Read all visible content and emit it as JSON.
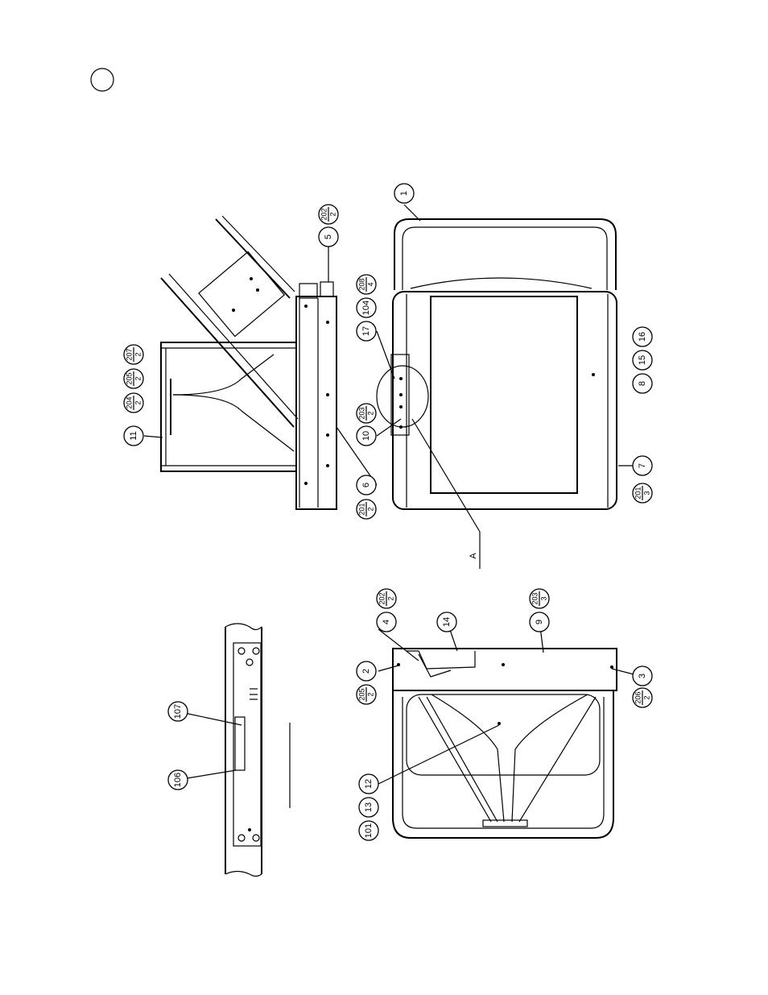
{
  "callouts": {
    "c1": "1",
    "c2": "2",
    "c3": "3",
    "c4": "4",
    "c5": "5",
    "c6": "6",
    "c7": "7",
    "c8": "8",
    "c9": "9",
    "c10": "10",
    "c11": "11",
    "c12": "12",
    "c13": "13",
    "c14": "14",
    "c15": "15",
    "c16": "16",
    "c17": "17",
    "c101": "101",
    "c104": "104",
    "c106": "106",
    "c107": "107"
  },
  "fractions": {
    "f201a": {
      "num": "201",
      "den": "2"
    },
    "f201b": {
      "num": "201",
      "den": "3"
    },
    "f202a": {
      "num": "202",
      "den": "2"
    },
    "f202b": {
      "num": "202",
      "den": "2"
    },
    "f203a": {
      "num": "203",
      "den": "2"
    },
    "f203b": {
      "num": "203",
      "den": "3"
    },
    "f204": {
      "num": "204",
      "den": "2"
    },
    "f205a": {
      "num": "205",
      "den": "2"
    },
    "f205b": {
      "num": "205",
      "den": "2"
    },
    "f206": {
      "num": "206",
      "den": "2"
    },
    "f207": {
      "num": "207",
      "den": "2"
    },
    "f208": {
      "num": "208",
      "den": "4"
    }
  },
  "detail_label": "A"
}
